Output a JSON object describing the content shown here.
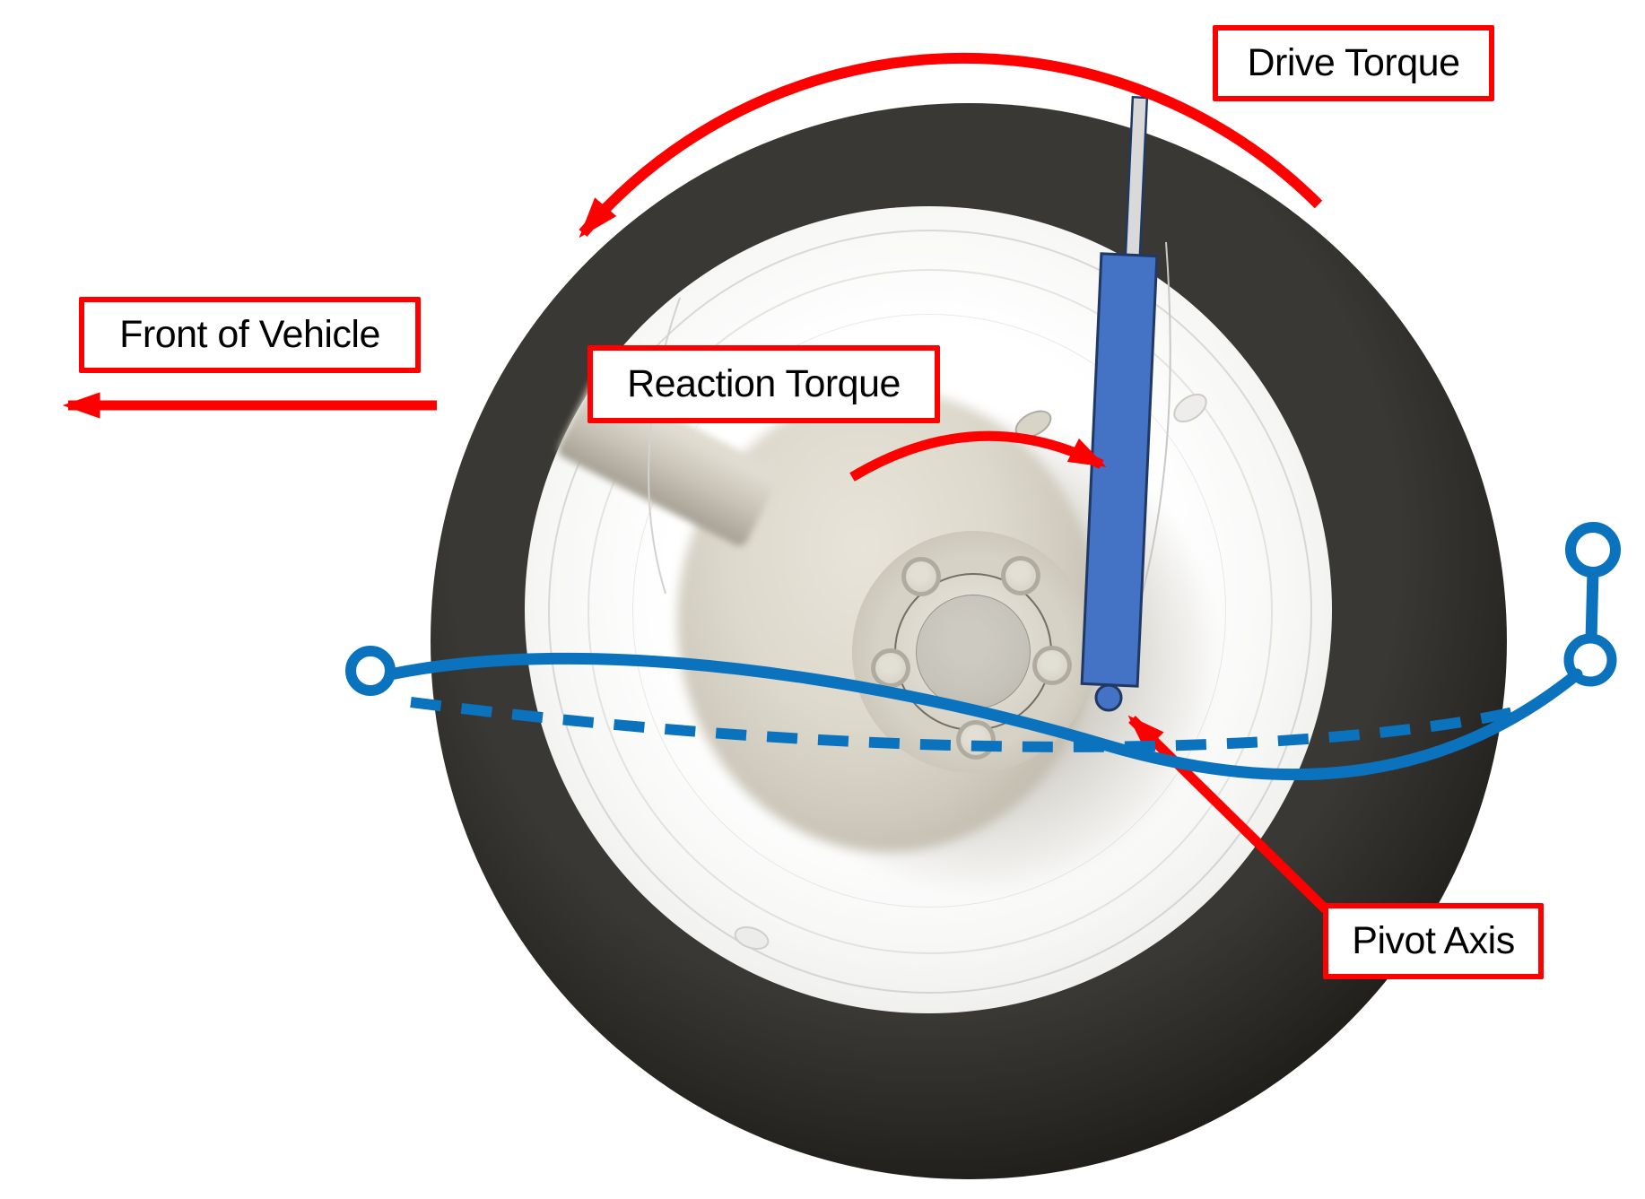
{
  "figure": {
    "description": "Rear wheel diagram showing drive torque, reaction torque, trailing arm pivot axis and front-of-vehicle direction",
    "background": "#FFFFFF"
  },
  "labels": {
    "drive_torque": "Drive Torque",
    "front_of_vehicle": "Front of Vehicle",
    "reaction_torque": "Reaction Torque",
    "pivot_axis": "Pivot Axis"
  },
  "colors": {
    "annotation_red": "#FF0000",
    "link_blue": "#0B72BE",
    "shock_fill": "#4472C4",
    "shock_outline": "#203864",
    "rod_fill": "#D9D9D9",
    "label_border": "#FF0000",
    "label_bg": "#FFFFFF",
    "label_text": "#000000",
    "tire_black": "#141311",
    "rim_white": "#F5F5F4",
    "hub_beige": "#D8D4C8"
  },
  "annotations": {
    "drive_torque_arrow": {
      "icon": "curved-arrow-ccw-icon",
      "color": "#FF0000"
    },
    "reaction_torque_arrow": {
      "icon": "curved-arrow-cw-icon",
      "color": "#FF0000"
    },
    "front_direction_arrow": {
      "icon": "arrow-left-icon",
      "color": "#FF0000"
    },
    "pivot_pointer_arrow": {
      "icon": "pointer-arrow-icon",
      "color": "#FF0000"
    },
    "trailing_link_solid": {
      "icon": "curved-link-icon",
      "style": "solid",
      "color": "#0B72BE"
    },
    "trailing_link_dashed": {
      "icon": "curved-link-icon",
      "style": "dashed",
      "color": "#0B72BE"
    },
    "left_eyelet": {
      "icon": "link-eyelet-icon",
      "color": "#0B72BE"
    },
    "right_upper_eyelet": {
      "icon": "link-eyelet-icon",
      "color": "#0B72BE"
    },
    "right_lower_eyelet": {
      "icon": "link-eyelet-icon",
      "color": "#0B72BE"
    },
    "shock_absorber": {
      "icon": "shock-absorber-icon",
      "body_color": "#4472C4",
      "rod_color": "#D9D9D9",
      "outline_color": "#203864"
    },
    "pivot_ball": {
      "icon": "pivot-ball-icon",
      "color": "#4472C4"
    }
  }
}
